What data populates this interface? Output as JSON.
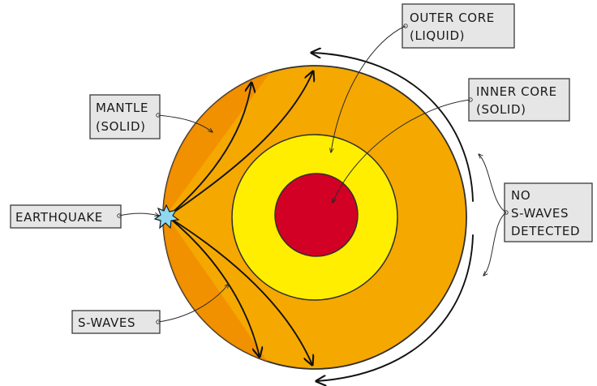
{
  "layers": {
    "mantle": {
      "color": "#f5a800",
      "stroke": "#2f2f2f"
    },
    "outer_core": {
      "color": "#ffee00"
    },
    "inner_core": {
      "color": "#d20024"
    },
    "shadow_zone": {
      "color": "#f08400"
    }
  },
  "labels": {
    "outer_core": [
      "OUTER CORE",
      "(LIQUID)"
    ],
    "inner_core": [
      "INNER CORE",
      "(SOLID)"
    ],
    "mantle": [
      "MANTLE",
      "(SOLID)"
    ],
    "earthquake": "EARTHQUAKE",
    "s_waves": "S-WAVES",
    "no_s_waves": [
      "NO",
      "S-WAVES",
      "DETECTED"
    ]
  },
  "earthquake_marker": {
    "color": "#8fd8f2",
    "icon": "star-burst-icon"
  }
}
